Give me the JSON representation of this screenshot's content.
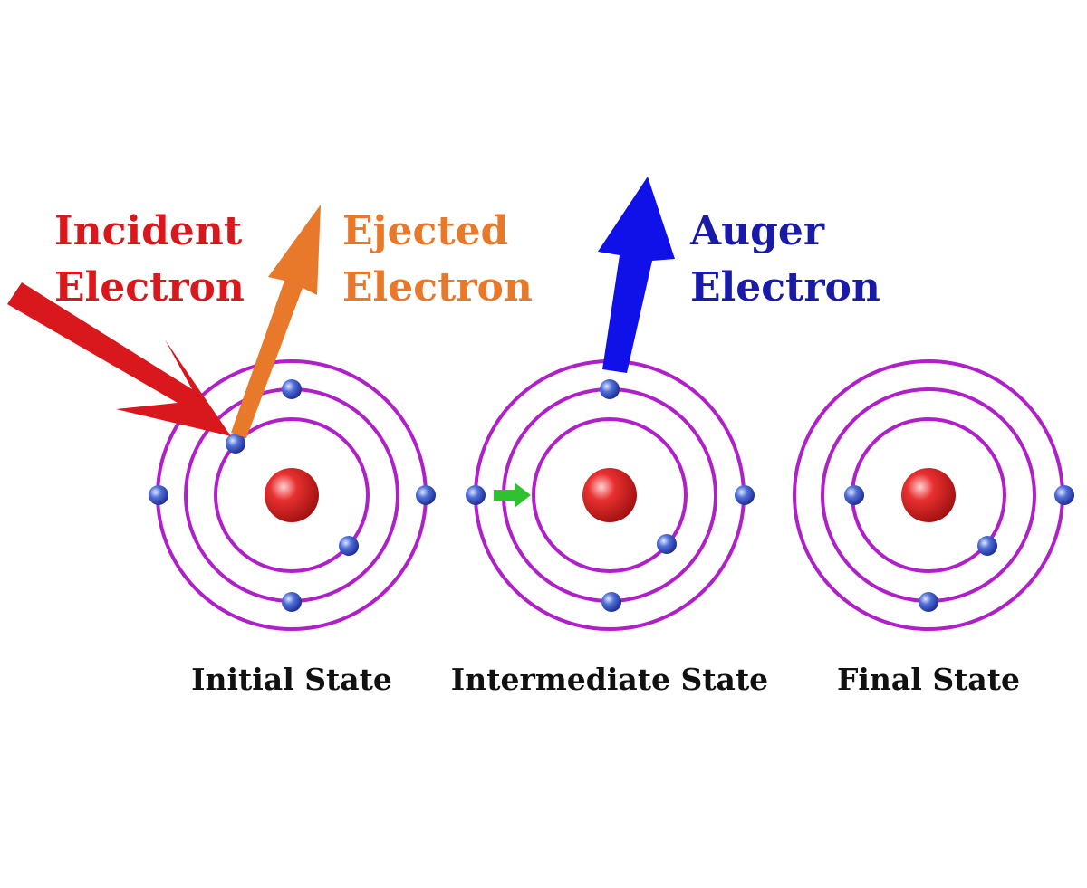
{
  "labels": {
    "incident": [
      "Incident",
      "Electron"
    ],
    "ejected": [
      "Ejected",
      "Electron"
    ],
    "auger": [
      "Auger",
      "Electron"
    ]
  },
  "states": [
    "Initial State",
    "Intermediate State",
    "Final State"
  ],
  "colors": {
    "incident": "#d8181c",
    "ejected": "#e8782a",
    "auger": "#1a1aa8",
    "auger_arrow": "#1010e8",
    "orbit": "#b020c8",
    "nucleus": "#e02828",
    "electron": "#3a52c8",
    "transition": "#30c030",
    "state_text": "#111111"
  }
}
